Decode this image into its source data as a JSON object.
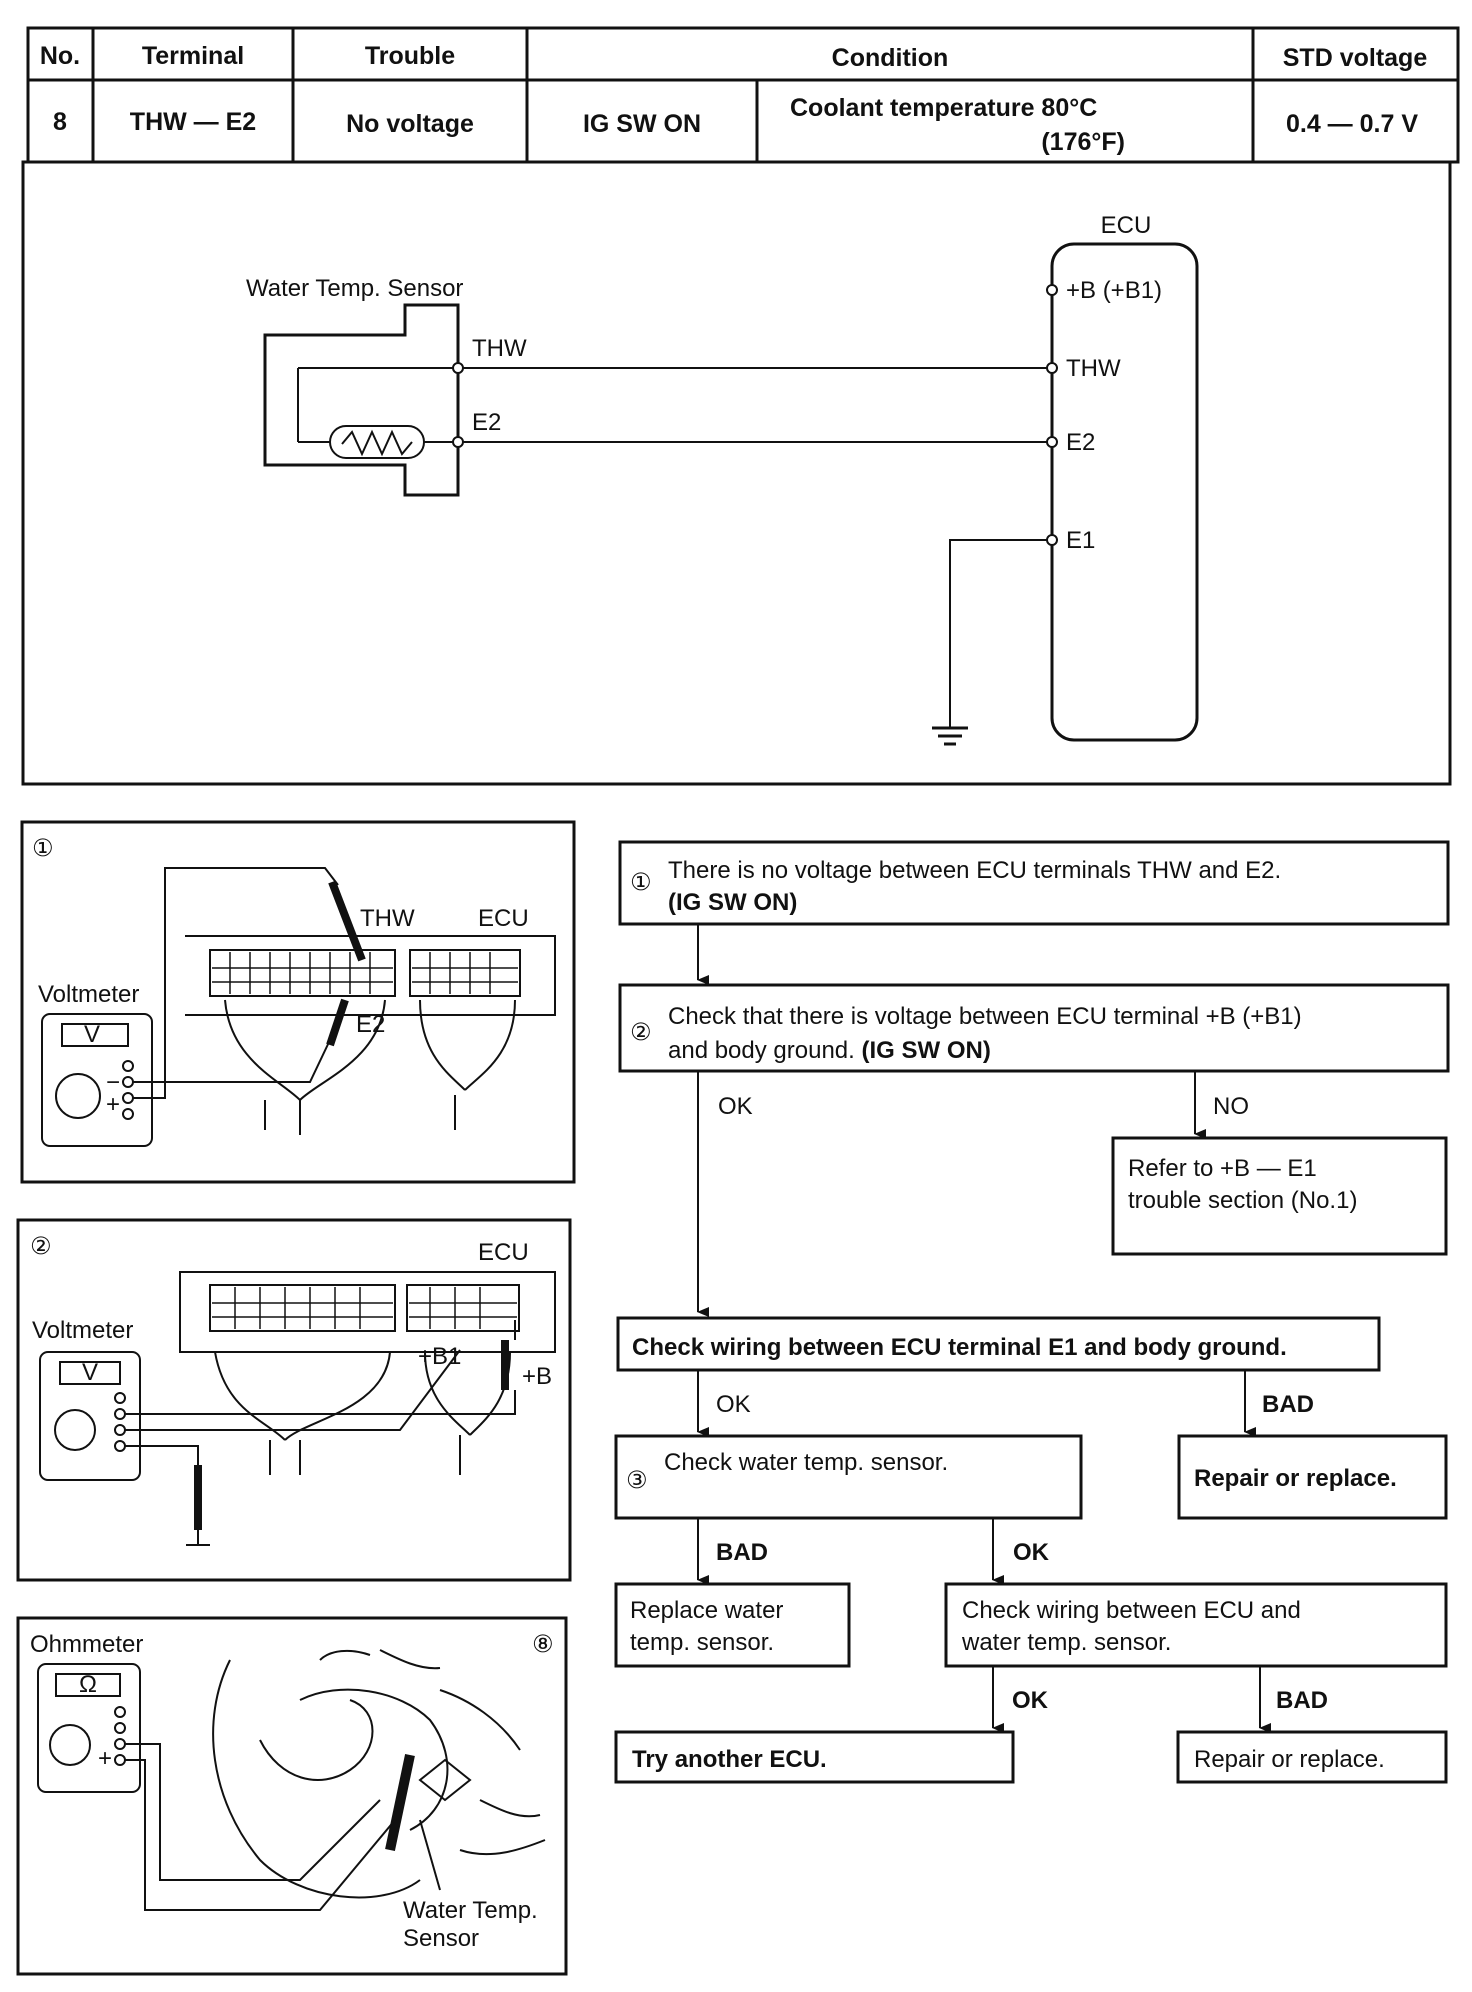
{
  "table": {
    "headers": [
      "No.",
      "Terminal",
      "Trouble",
      "Condition",
      "STD voltage"
    ],
    "row": {
      "no": "8",
      "terminal": "THW — E2",
      "trouble": "No voltage",
      "condition_switch": "IG SW ON",
      "condition_temp_line1": "Coolant temperature 80°C",
      "condition_temp_line2": "(176°F)",
      "std_voltage": "0.4 — 0.7 V"
    }
  },
  "circuit": {
    "sensor_label": "Water Temp. Sensor",
    "ecu_label": "ECU",
    "sensor_thw": "THW",
    "sensor_e2": "E2",
    "ecu_terminals": [
      "+B (+B1)",
      "THW",
      "E2",
      "E1"
    ]
  },
  "panel1": {
    "step": "①",
    "meter": "Voltmeter",
    "meter_unit": "V",
    "label_thw": "THW",
    "label_ecu": "ECU",
    "label_e2": "E2",
    "minus": "−",
    "plus": "+"
  },
  "panel2": {
    "step": "②",
    "meter": "Voltmeter",
    "meter_unit": "V",
    "label_ecu": "ECU",
    "label_b1": "+B1",
    "label_b": "+B"
  },
  "panel3": {
    "step": "⑧",
    "meter": "Ohmmeter",
    "meter_unit": "Ω",
    "plus": "+",
    "sensor_line1": "Water Temp.",
    "sensor_line2": "Sensor"
  },
  "flow": {
    "step1": {
      "num": "①",
      "line1": "There is no voltage between ECU terminals THW and E2.",
      "line2": "(IG SW ON)"
    },
    "step2": {
      "num": "②",
      "line1": "Check that there is voltage between ECU terminal +B (+B1)",
      "line2_a": "and body ground. ",
      "line2_b": "(IG SW ON)"
    },
    "ok1": "OK",
    "no1": "NO",
    "refer": {
      "line1": "Refer to +B — E1",
      "line2": "trouble section (No.1)"
    },
    "check_e1": "Check wiring between ECU terminal E1 and body ground.",
    "ok2": "OK",
    "bad2": "BAD",
    "step3": {
      "num": "③",
      "line1": "Check water temp. sensor."
    },
    "repair1": "Repair or replace.",
    "bad3": "BAD",
    "ok3": "OK",
    "replace_sensor": {
      "line1": "Replace water",
      "line2": "temp. sensor."
    },
    "check_wiring": {
      "line1": "Check wiring between ECU and",
      "line2": "water temp. sensor."
    },
    "ok4": "OK",
    "bad4": "BAD",
    "try_ecu": "Try another ECU.",
    "repair2": "Repair or replace."
  }
}
